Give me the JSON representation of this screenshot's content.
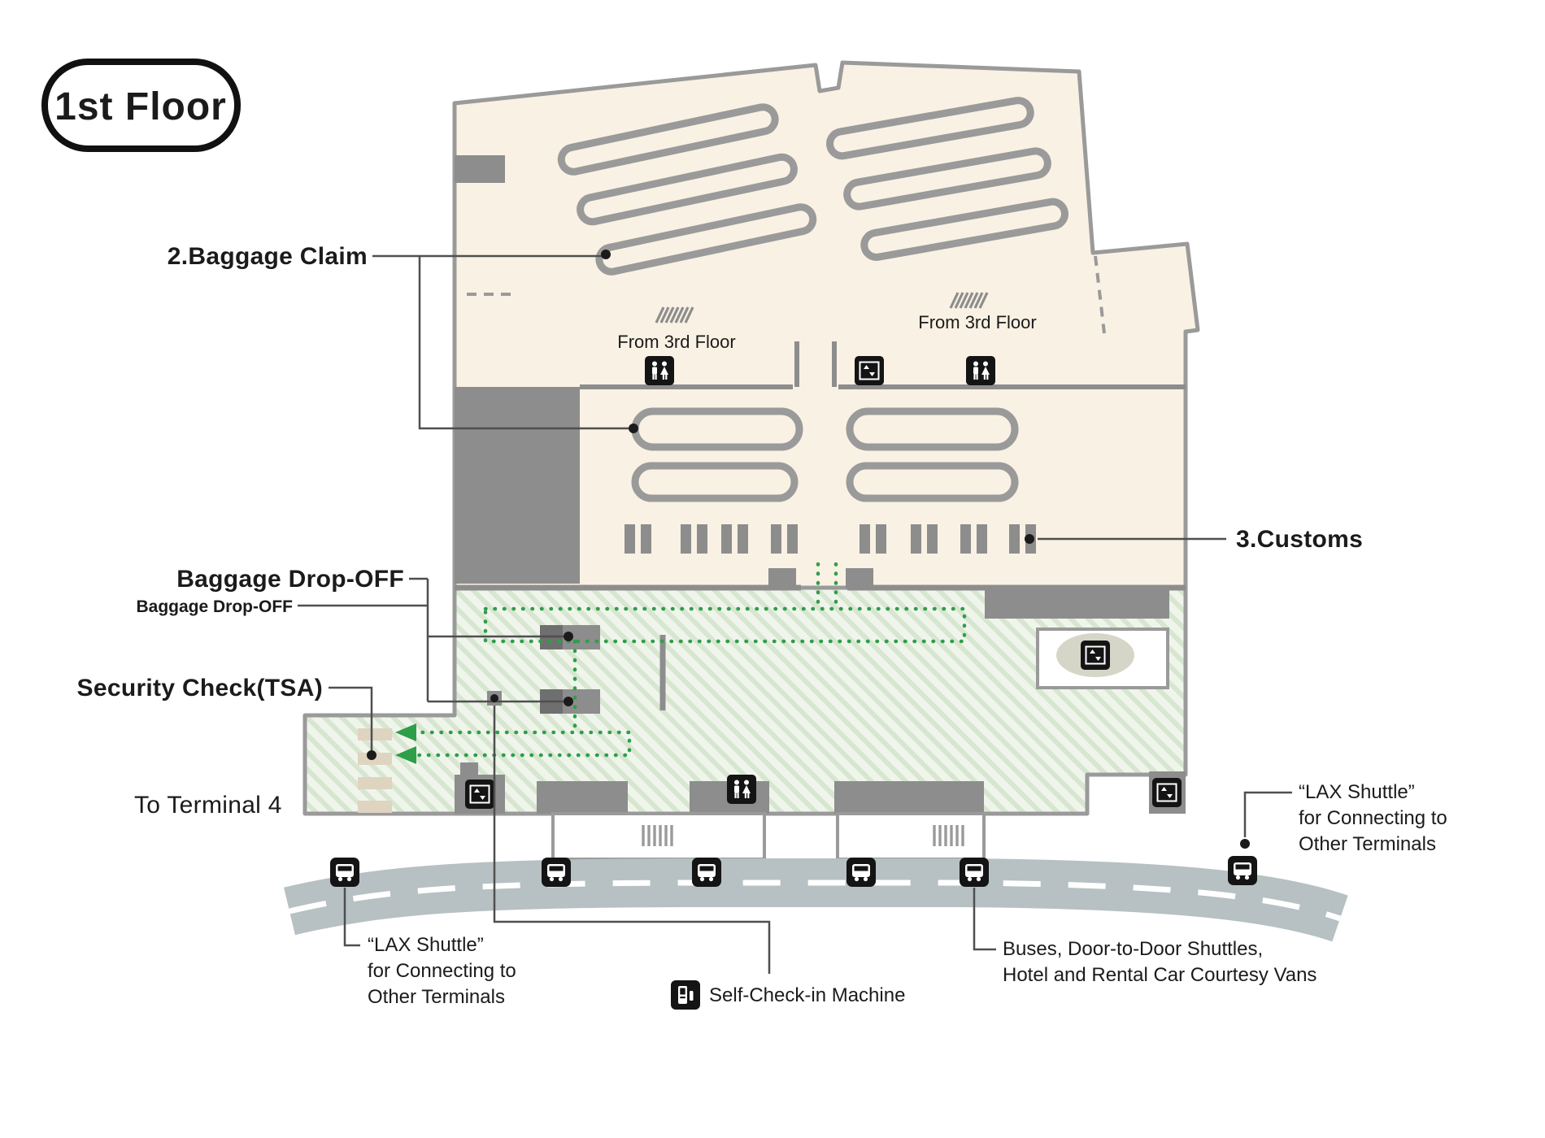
{
  "badge": {
    "label": "1st Floor"
  },
  "labels": {
    "baggage_claim": "2.Baggage Claim",
    "customs": "3.Customs",
    "baggage_dropoff_primary": "Baggage  Drop-OFF",
    "baggage_dropoff_secondary": "Baggage  Drop-OFF",
    "security_check": "Security Check(TSA)",
    "to_terminal": "To Terminal 4",
    "from_3rd_floor_left": "From 3rd Floor",
    "from_3rd_floor_right": "From 3rd Floor",
    "self_check_in": "Self-Check-in Machine"
  },
  "callouts": {
    "lax_shuttle_right": {
      "line1": "“LAX Shuttle”",
      "line2": "for Connecting to",
      "line3": "Other Terminals"
    },
    "lax_shuttle_bottom": {
      "line1": "“LAX Shuttle”",
      "line2": "for Connecting to",
      "line3": "Other Terminals"
    },
    "buses": {
      "line1": "Buses, Door-to-Door Shuttles,",
      "line2": "Hotel and Rental Car Courtesy Vans"
    }
  },
  "icons": {
    "restroom": "restroom-icon",
    "elevator": "elevator-icon",
    "bus_stop": "bus-stop-icon",
    "escalator": "escalator-icon",
    "stairs": "stairs-icon",
    "self_check_kiosk": "self-check-in-kiosk-icon"
  },
  "colors": {
    "floor_cream": "#f9f1e3",
    "wall_gray": "#8d8d8d",
    "outline_gray": "#9a9a9a",
    "hatch_green_bg": "#f0f5ec",
    "hatch_green_line": "#d7e6d0",
    "route_green": "#2f9e49",
    "road_gray": "#b7c0c2",
    "ink_black": "#1b1b1b",
    "security_lane_tan": "#ded4c0"
  }
}
